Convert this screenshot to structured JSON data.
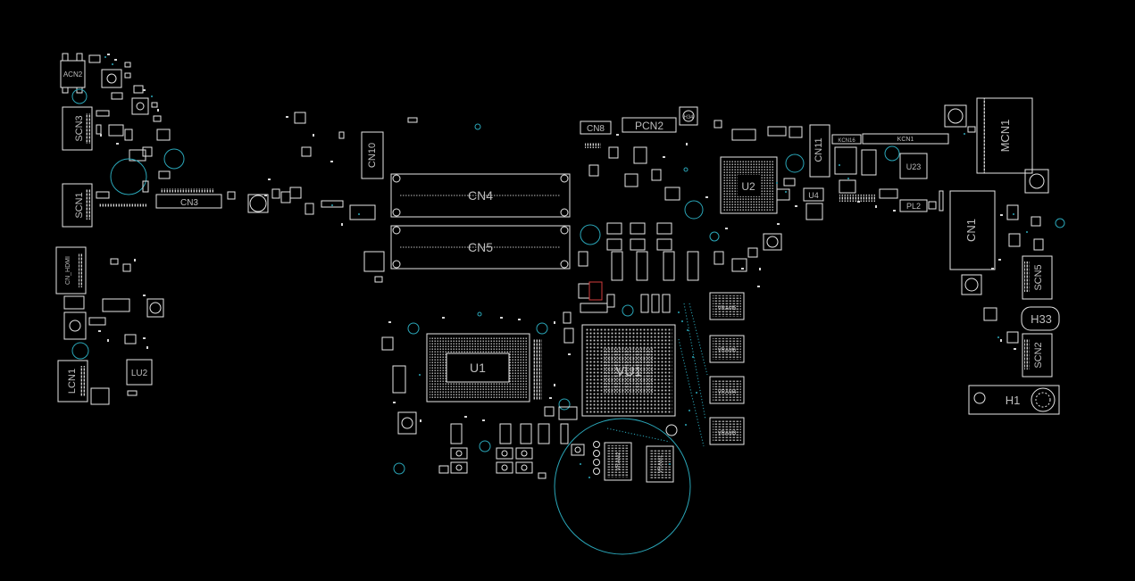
{
  "labels": {
    "acn2": "ACN2",
    "scn3": "SCN3",
    "scn1": "SCN1",
    "cn3": "CN3",
    "cn_hdmi": "CN_HDMI",
    "lcn1": "LCN1",
    "lu2": "LU2",
    "cn10": "CN10",
    "cn4": "CN4",
    "cn5": "CN5",
    "u1": "U1",
    "cn8": "CN8",
    "pcn2": "PCN2",
    "h34": "H34",
    "vu1": "VU1",
    "vram5": "VRAM5",
    "vram6": "VRAM6",
    "vram4": "VRAM4",
    "vram3": "VRAM3",
    "vram2": "VRAM2",
    "vram1": "VRAM1",
    "u2": "U2",
    "cn11": "CN11",
    "u4": "U4",
    "kcn16": "KCN16",
    "kcn1": "KCN1",
    "u23": "U23",
    "pl2": "PL2",
    "mcn1": "MCN1",
    "cn1": "CN1",
    "scn5": "SCN5",
    "h33": "H33",
    "scn2": "SCN2",
    "h1": "H1"
  },
  "colors": {
    "background": "#000000",
    "outline": "#e6e6e6",
    "label": "#bdbdbd",
    "teal": "#2aa6b8",
    "red": "#d23b3b"
  }
}
